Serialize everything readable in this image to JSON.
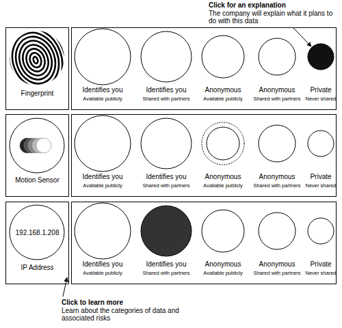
{
  "diagram": {
    "nodes": [
      {
        "text": [
          "Fingerprint"
        ]
      },
      {
        "text": [
          "Identifies you",
          "Available publicly"
        ]
      },
      {
        "text": [
          "Identifies you",
          "Shared with partners"
        ]
      },
      {
        "text": [
          "Anonymous",
          "Available publicly"
        ]
      },
      {
        "text": [
          "Anonymous",
          "Shared with partners"
        ]
      },
      {
        "text": [
          "Private",
          "Never shared"
        ]
      },
      {
        "text": [
          "Motion Sensor"
        ]
      },
      {
        "text": [
          "Identifies you",
          "Available publicly"
        ]
      },
      {
        "text": [
          "Identifies you",
          "Shared with partners"
        ]
      },
      {
        "text": [
          "Anonymous",
          "Available publicly"
        ]
      },
      {
        "text": [
          "Anonymous",
          "Shared with partners"
        ]
      },
      {
        "text": [
          "Private",
          "Never shared"
        ]
      },
      {
        "text": [
          "192.168.1.208",
          "IP Address"
        ]
      },
      {
        "text": [
          "Identifies you",
          "Available publicly"
        ]
      },
      {
        "text": [
          "Identifies you",
          "Shared with partners"
        ]
      },
      {
        "text": [
          "Anonymous",
          "Available publicly"
        ]
      },
      {
        "text": [
          "Anonymous",
          "Shared with partners"
        ]
      },
      {
        "text": [
          "Private",
          "Never shared"
        ]
      }
    ],
    "labels": [
      "Click for an explanation",
      "The company will explain what it plans to do with this data",
      "Click to learn more",
      "Learn about the categories of data and associated risks"
    ]
  }
}
